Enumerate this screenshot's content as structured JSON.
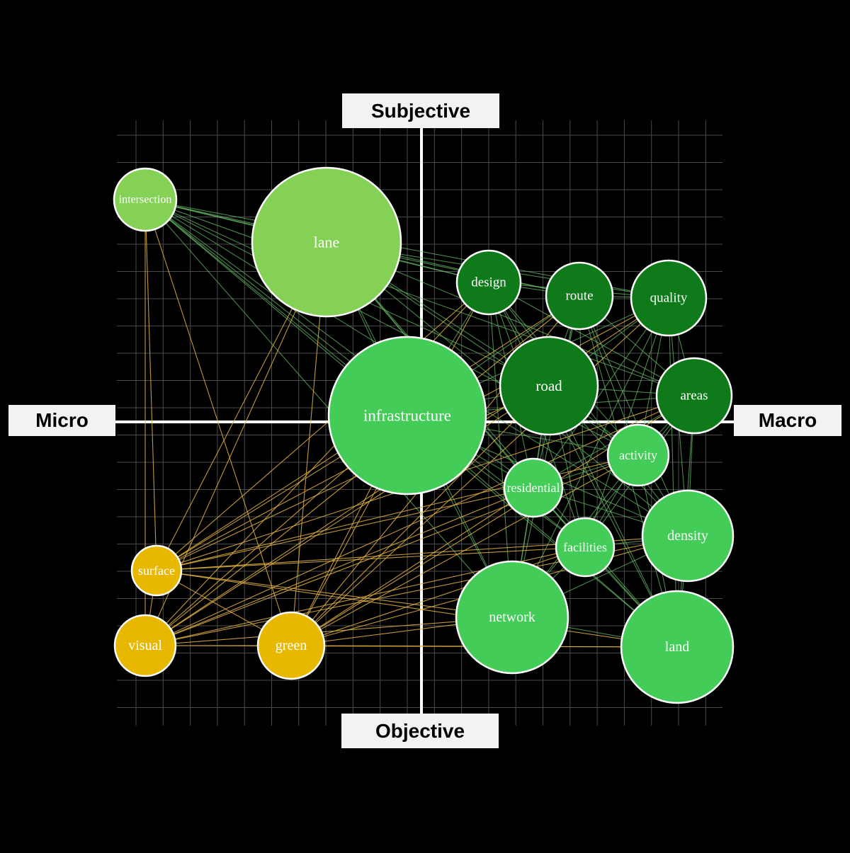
{
  "axes": {
    "top": "Subjective",
    "bottom": "Objective",
    "left": "Micro",
    "right": "Macro"
  },
  "colors": {
    "dark_green": "#0f7a1a",
    "medium_green": "#44cc58",
    "light_green": "#84d156",
    "gold": "#e8b800",
    "green_edge": "#6abf6a",
    "gold_edge": "#e0b040"
  },
  "nodes": [
    {
      "id": "intersection",
      "label": "intersection",
      "group": "light_green"
    },
    {
      "id": "lane",
      "label": "lane",
      "group": "light_green"
    },
    {
      "id": "design",
      "label": "design",
      "group": "dark_green"
    },
    {
      "id": "route",
      "label": "route",
      "group": "dark_green"
    },
    {
      "id": "quality",
      "label": "quality",
      "group": "dark_green"
    },
    {
      "id": "road",
      "label": "road",
      "group": "dark_green"
    },
    {
      "id": "areas",
      "label": "areas",
      "group": "dark_green"
    },
    {
      "id": "infrastructure",
      "label": "infrastructure",
      "group": "medium_green"
    },
    {
      "id": "activity",
      "label": "activity",
      "group": "medium_green"
    },
    {
      "id": "residential",
      "label": "residential",
      "group": "medium_green"
    },
    {
      "id": "density",
      "label": "density",
      "group": "medium_green"
    },
    {
      "id": "facilities",
      "label": "facilities",
      "group": "medium_green"
    },
    {
      "id": "network",
      "label": "network",
      "group": "medium_green"
    },
    {
      "id": "land",
      "label": "land",
      "group": "medium_green"
    },
    {
      "id": "surface",
      "label": "surface",
      "group": "gold"
    },
    {
      "id": "visual",
      "label": "visual",
      "group": "gold"
    },
    {
      "id": "green",
      "label": "green",
      "group": "gold"
    }
  ]
}
